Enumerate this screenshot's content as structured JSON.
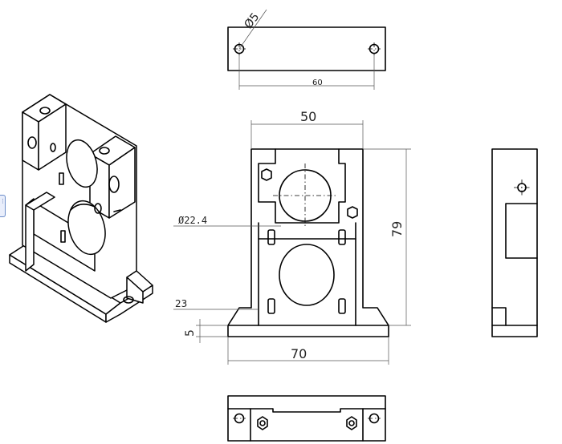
{
  "dimensions": {
    "hole_top": "Ø5",
    "hole_spacing_top": "60",
    "width_upper": "50",
    "height_total": "79",
    "bore_diameter": "Ø22.4",
    "mount_height": "23",
    "base_thickness": "5",
    "base_width": "70"
  },
  "colors": {
    "line": "#000000",
    "dimension": "#555555",
    "paper": "#ffffff"
  },
  "side_tab": {
    "icon": "ellipsis-icon"
  }
}
